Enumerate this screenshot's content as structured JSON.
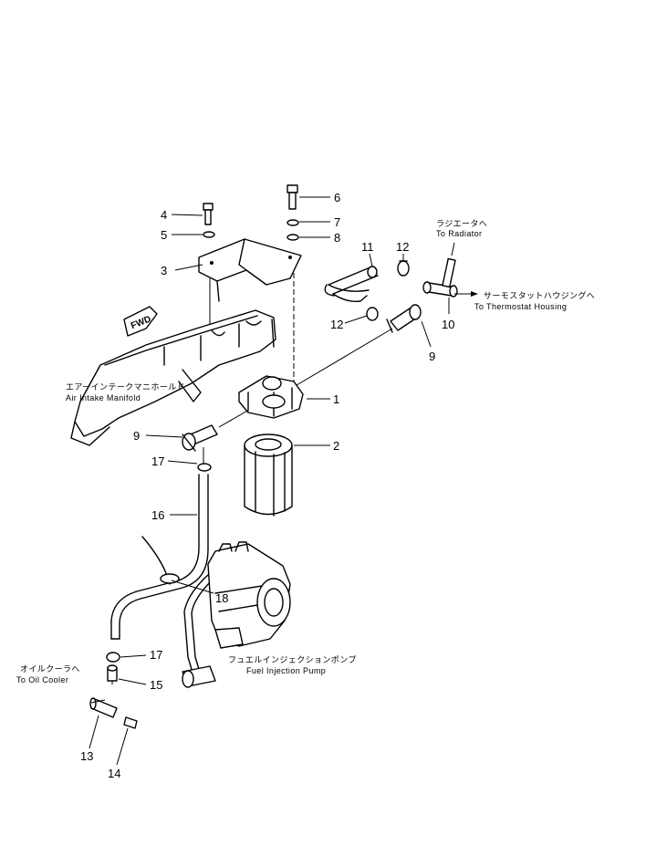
{
  "callouts": {
    "c1": "1",
    "c2": "2",
    "c3": "3",
    "c4": "4",
    "c5": "5",
    "c6": "6",
    "c7": "7",
    "c8": "8",
    "c9a": "9",
    "c9b": "9",
    "c10": "10",
    "c11": "11",
    "c12a": "12",
    "c12b": "12",
    "c13": "13",
    "c14": "14",
    "c15": "15",
    "c16": "16",
    "c17a": "17",
    "c17b": "17",
    "c18": "18"
  },
  "labels": {
    "radiator_jp": "ラジエータへ",
    "radiator_en": "To Radiator",
    "thermostat_jp": "サーモスタットハウジングへ",
    "thermostat_en": "To Thermostat Housing",
    "manifold_jp": "エアーインテークマニホールド",
    "manifold_en": "Air Intake Manifold",
    "pump_jp": "フュエルインジェクションポンプ",
    "pump_en": "Fuel Injection Pump",
    "oilcooler_jp": "オイルクーラへ",
    "oilcooler_en": "To Oil Cooler",
    "fwd": "FWD"
  },
  "icons": {
    "fwd_arrow": "fwd-arrow-icon"
  }
}
